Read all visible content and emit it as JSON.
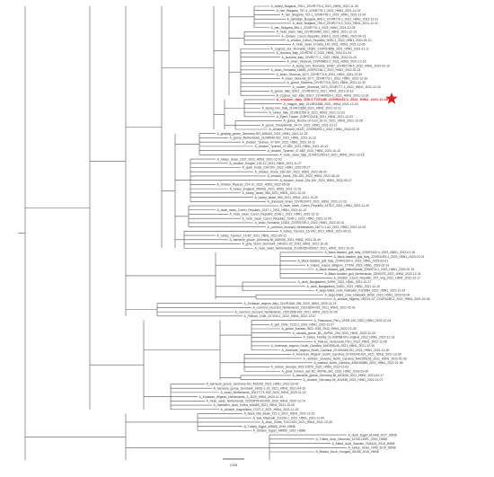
{
  "tree": {
    "highlight_color": "#e31b23",
    "branch_color": "#555555",
    "scale_label": "0.005",
    "highlight_label": "A_chicken_Italy_IZSLT-TZZ44B_21VIR9216-1_2021_H5N1_2021-12-28",
    "leaves": [
      "A_turkey_Bulgaria_755-1_22VIR775-4_2021_H5N1_2021-11-30",
      "A_hen_Bulgaria_757-4_22VIR779-1_2021_H5N1_2021-12-02",
      "A_hen_Bulgaria_722-1_22VIR778-1_2021_H5N1_2021-11-24",
      "A_partridge_Bulgaria_806-1_22VIR776-1_2021_H5N1_2021-12-01",
      "A_duck_Bulgaria_795-4_22VIR774-2_2021_H5N1_2021-12-01",
      "A_hen_Bulgaria_854-1_22VIR770-1_2021_H5N1_2021-12-09",
      "A_mule_swan_Italy_21VIR10080_2021_H5N1_2021-12-13",
      "A_chicken_Czech_Republic_3064-3_2022_H5N1_2022-04-13",
      "A_chicken_Czech_Republic_3026-1_2022_H5N1_2022-04-13",
      "A_mute_swan_Croatia_140_2021_H5N1_2021-12-09",
      "A_Cygnus_olor_Romania_15381_21VIR10858_2021_H5N1_2021-11-11",
      "A_buzzard_Italy_22VIR787-2_2022_H5N1_2022-01-24",
      "A_buzzard_Italy_22VIR777-1_2022_H5N1_2022-01-24",
      "A_swan_Slovenia_21VIR9801-2_2021_H5N1_2021-12-16",
      "A_laying_hen_Romania_10487_22VIR2748-5_2022_H5N1_2022-02-10",
      "A_swan_Romania_16655_22VIR2748-1_2022_H5N1_2022-01-24",
      "A_swan_Slovenia_2072_22VIR774-6_2021_H5N1_2021-12-30",
      "A_swan_Slovenia_2071_22VIR773-1_2021_H5N1_2021-12-30",
      "A_goose_Slovenia_22VIR773-6_2021_H5N1_2021-12-30",
      "A_rooster_Slovenia_2073_22VIR777-1_2021_H5N1_2021-12-20",
      "A_goose_Italy_IZSLT_21VIR10273_2021_H5N1_2021-11-12",
      "A_Cygnus_olor_Italy_IZSLT_21VIR9929-1_2021_H5N1_2021-12-31",
      "A_chicken_Italy_IZSLT-TZZ44B_21VIR9216-1_2021_H5N1_2021-12-28",
      "A_magpie_Italy_21VIR11658_2021_H5N1_2021-12-16",
      "A_laying_hen_Italy_21VIR11659_2021_H5N1_2021-12-21",
      "A_turkey_Italy_21VIR11591-8_2021_H5N1_2021-12-23",
      "A_Egret_France_21RF012418_2021_H5N1_2021-12-03",
      "A_goose_Rostov-on-Don_29-1V_2021_H5N1_2021-10-28",
      "A_goose_Chelyabinsk_34-1V_2021_H5N1_2021-10-11",
      "A_chicken_Poland_H1187_22VIR6293-1_2022_H5N1_2022-02-19",
      "A_greylag_goose_Germany-SH_A06144_2021_H5N1_2021-12-23",
      "A_goose_Netherlands_21034940-002_2021_H5N1_2021-11-14",
      "A_chicken_Tyumen_47-60V_2021_H5N1_2021-10-12",
      "A_chicken_Tyumen_47-55V_2021_H5N1_2021-10-12",
      "A_chicken_Tyumen_47-68V_2021_H5N1_2021-10-12",
      "A_mute_swan_Italy_21VIR11259-10_2021_H5N1_2021-12-15",
      "A_turkey_Israel_1037_2021_H5N1_2021-12-02",
      "A_chicken_Kurgan_132-1V_2021_H5N1_2021-11-27",
      "A_quail_Kursk_234-20V_2022_H5N1_2022-05-27",
      "A_chicken_Kursk_230-16V_2022_H5N1_2022-06-20",
      "A_chicken_Kursk_230-15V_2022_H5N1_2022-06-16",
      "A_chicken_Kursk_234-19V_2022_H5N1_2022-05-27",
      "A_chicken_Ryazan_224-1V_2022_H5N1_2022-05-28",
      "A_turkey_England_050031_2021_H5N1_2021-11-02",
      "A_turkey_Israel_984_2021_H5N1_2021-10-25",
      "A_turkey_Israel_984_2021_H5N1_2021-10-29",
      "A_pheasant_Israel_21VIR10472_2021_H5N1_2021-12-23",
      "A_mute_swan_Czech_Republic_2475-2_2021_H5N1_2021-11-20",
      "A_mute_swan_Czech_Republic_2247-1_2021_H5N1_2021-11-12",
      "A_mute_swan_Czech_Republic_2248-1_2021_H5N1_2021-11-12",
      "A_mute_swan_Czech_Republic_2248-1_2021_H5N1_2021-11-05",
      "A_swan_Romania_10324_22VIR2749-2_2022_H5N1_2022-02-01",
      "A_common_buzzard_Netherlands_24071-1-02_2021_H5N1_2021-10-09",
      "A_turkey_Tyumen_15-14V_2021_H5N1_2021-09-21",
      "A_turkey_Tyumen_15-8V_2021_H5N1_2021-09-21",
      "A_barnacle_goose_Germany-NI_A06005_2021_H5N1_2021-10-19",
      "A_gray_heron_Denmark_24026-1-02_2021_H5N1_2021-10-26",
      "A_mute_swan_Netherlands_21036765-006010_2021_H5N1_2021-10-20",
      "A_black-headed_gull_Italy_22VIR1102-4_2023_H5N1_2023-01-30",
      "A_black-headed_gull_Italy_22VIR1099-4_2023_H5N1_2023-02-01",
      "A_black-headed_gull_Italy_22VIR1100-4_2023_H5N1_2023-02-01",
      "A_Vulpes_vulpes_Belgium_1770M_2023_H5N1_2023-02-14",
      "A_black-headed_gull_Netherlands_22N0074-1_2023_H5N1_2023-02-19",
      "A_Black-headed_gull_Netherlands_22N0073_2022_H5N1_2022-12-31",
      "A_chicken_Czech_Republic_672_orig_2021_H5N1_2021-12-17",
      "A_duck_Bangladesh_51991_2021_H5N1_2021-12-07",
      "A_duck_Bangladesh_51601_2021_H5N1_2021-12-10",
      "A_large-billed_crow_Hokkaido_0110084_2022_H5N1_2022-11-24",
      "A_large-billed_crow_Hokkaido_B026_2023_H5N1_2023-02-04",
      "A_chicken_Nigeria_VRD21-37_21VIR2289-2_2021_H5N1_2021-02-05",
      "A_Eurasian_wigeon_Italy_21VIR1561-256_2020_H5N1_2020-11-21",
      "A_common_buzzard_Netherlands_21022834-002_2021_H5N1_2021-02-01",
      "A_common_buzzard_Netherlands_21021598-002_2021_H5N1_2021-01-09",
      "A_Pelican_Chile_227025-1_2022_H5N1_2022-12-07",
      "A_Pelecanus_Peru_VFAR-140_2022_H5N1_2022-12-04",
      "A_gull_Chile_7223-2_2022_H5N1_2022-12-07",
      "A_goose_Kansas_W22-1154_2022_H5N1_2022-12-25",
      "A_canada_goose_BC_AVPHL_294_2022_H5N1_2022-11-23",
      "A_turkey_Florida_22-036788-001-original_2022_H5N1_2022-11-13",
      "A_Pelican_Venezuela_Peru_2022_H5N1_2022-12-05",
      "A_American_wigeon_South_Carolina_AH0195145_2021_H5N1_2021-12-30",
      "A_American_wigeon_North_Carolina_22-000345-001_2021_H5N1_2021-12-30",
      "A_American_Wigeon_South_Carolina_22-000345-001_2021_H5N1_2021-12-30",
      "A_northern_shoveler_North_Carolina_AH0195155_2021_H5N1_2022-01-06",
      "A_mallard_North_Carolina_AH0182866_2022_H5N1_2022-01-06",
      "A_vulture_Georgia_W22-10570_2022_H5N1_2022-11-03",
      "A_great_horned_owl_BC_AVPHL-361_2023_H5N1_2023-01-09",
      "A_barnacle_goose_Germany-NI_A01608_2021_H5N1_2021-02-17",
      "A_chicken_Germany-NI_A01936_2021_H5N1_2021-01-07",
      "A_barnacle_goose_Germany-SH_A02205_2021_H5N1_2021-03-09",
      "A_barnacle_goose_Denmark_14031-1-02_2021_H5N1_2021-04-19",
      "A_swan_Netherlands_20017771-002_2020_H5N1_2020-11-15",
      "A_Eurasian_Wigeon_Netherlands_3_2020_H5N1_2020-11-10",
      "A_mute_swan_Netherlands_20018978-001005_2020_H5N1_2020-12-14",
      "A_mandarin_duck_Korea_WA565_2021_H5N1_2021-10-20",
      "A_chicken_Kagoshima_TG27-2_2021_H5N1_2021-11-25",
      "A_black_kite_Iwate_T21-1_2021_H5N1_2021-11-15",
      "A_teal_Miyazaki_211109-1_2021_H5N1_2021-11-09",
      "A_duck_Chiba_TU0-1020_2021_H5N1_2021-10-26",
      "A_Turkey_Egypt_AR653_2019_H5N8",
      "A_chicken_Egypt_AR550_2019_H5N8",
      "A_duck_Egypt_M1408_2017_H5N8",
      "A_Tufted_duck_Denmark_11740-LWPL_2016_H5N8",
      "A_tufted_duck_Sweden_SVA161_2016_H5N8",
      "A_turkey_Israel_1045_2016_H5N8",
      "A_Mutant_Duck_Hungary_50155_2016_H5N8"
    ]
  }
}
